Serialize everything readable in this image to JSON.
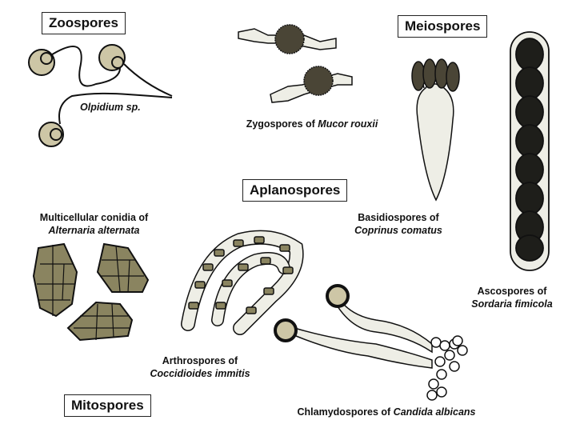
{
  "categories": {
    "zoospores": "Zoospores",
    "meiospores": "Meiospores",
    "aplanospores": "Aplanospores",
    "mitospores": "Mitospores"
  },
  "labels": {
    "olpidium": "Olpidium sp.",
    "zygospores_prefix": "Zygospores of",
    "zygospores_species": "Mucor rouxii",
    "basidiospores_prefix": "Basidiospores of",
    "basidiospores_species": "Coprinus comatus",
    "ascospores_prefix": "Ascospores of",
    "ascospores_species": "Sordaria fimicola",
    "conidia_prefix": "Multicellular conidia of",
    "conidia_species": "Alternaria alternata",
    "arthrospores_prefix": "Arthrospores of",
    "arthrospores_species": "Coccidioides immitis",
    "chlamydospores_prefix": "Chlamydospores of",
    "chlamydospores_species": "Candida albicans"
  },
  "colors": {
    "spore_fill": "#cdc6a6",
    "olive": "#8a8460",
    "dark_olive": "#4a4536",
    "ascospore": "#1e1e1a",
    "hypha": "#eeeee6",
    "outline": "#111111"
  }
}
